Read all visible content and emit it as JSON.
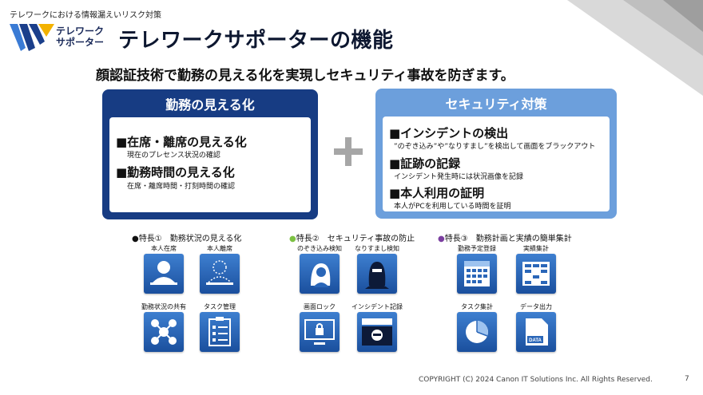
{
  "header": {
    "tagline": "テレワークにおける情報漏えいリスク対策",
    "logo_line1": "テレワーク",
    "logo_line2": "サポーター",
    "title": "テレワークサポーターの機能",
    "subtitle": "顔認証技術で勤務の見える化を実現しセキュリティ事故を防ぎます。"
  },
  "left_card": {
    "heading": "勤務の見える化",
    "items": [
      {
        "title": "■在席・離席の見える化",
        "sub": "現在のプレセンス状況の確認"
      },
      {
        "title": "■勤務時間の見える化",
        "sub": "在席・離席時間・打刻時間の確認"
      }
    ]
  },
  "right_card": {
    "heading": "セキュリティ対策",
    "items": [
      {
        "title": "■インシデントの検出",
        "sub": "”のぞき込み”や”なりすまし”を検出して画面をブラックアウト"
      },
      {
        "title": "■証跡の記録",
        "sub": "インシデント発生時には状況画像を記録"
      },
      {
        "title": "■本人利用の証明",
        "sub": "本人がPCを利用している時間を証明"
      }
    ]
  },
  "features": [
    {
      "label": "●特長①　勤務状況の見える化",
      "color": "#1a1a1a",
      "icons": [
        {
          "name": "本人在席",
          "icon": "person-at-desk-icon"
        },
        {
          "name": "本人離席",
          "icon": "person-away-icon"
        },
        {
          "name": "勤務状況の共有",
          "icon": "team-share-icon"
        },
        {
          "name": "タスク管理",
          "icon": "task-list-icon"
        }
      ]
    },
    {
      "label": "●特長②　セキュリティ事故の防止",
      "color": "#7cc142",
      "icons": [
        {
          "name": "のぞき込み検知",
          "icon": "peeking-icon"
        },
        {
          "name": "なりすまし検知",
          "icon": "impersonation-icon"
        },
        {
          "name": "画面ロック",
          "icon": "screen-lock-icon"
        },
        {
          "name": "インシデント記録",
          "icon": "incident-record-icon"
        }
      ]
    },
    {
      "label": "●特長③　勤務計画と実績の簡単集計",
      "color": "#7b3fa0",
      "icons": [
        {
          "name": "勤務予定登録",
          "icon": "calendar-icon"
        },
        {
          "name": "実績集計",
          "icon": "table-grid-icon"
        },
        {
          "name": "タスク集計",
          "icon": "pie-chart-icon"
        },
        {
          "name": "データ出力",
          "icon": "data-export-icon"
        }
      ]
    }
  ],
  "footer": {
    "copyright": "COPYRIGHT (C) 2024 Canon IT Solutions Inc. All Rights Reserved.",
    "page": "7"
  },
  "colors": {
    "left_card": "#173c83",
    "right_card": "#6c9fdc",
    "icon_bg": "#2a66b8"
  }
}
